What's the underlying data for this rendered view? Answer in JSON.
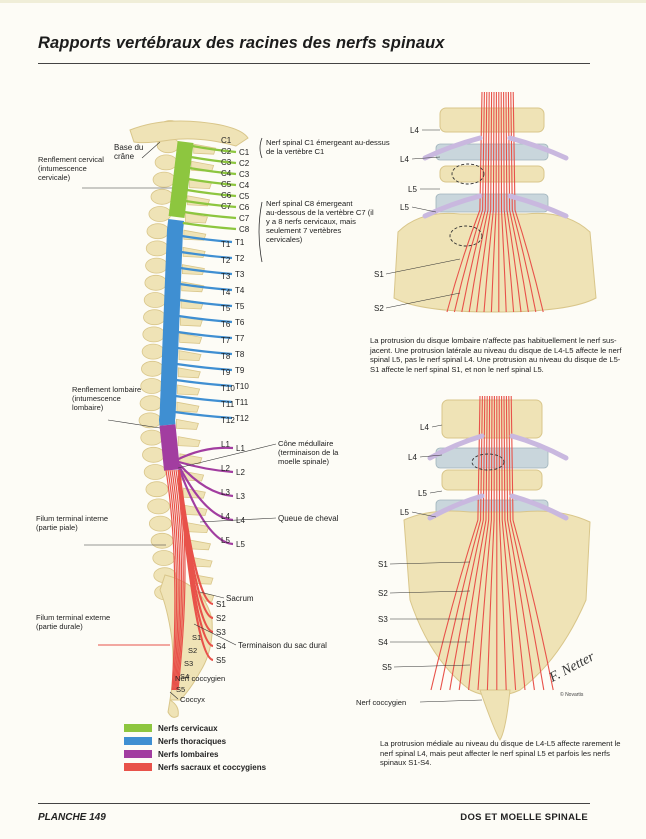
{
  "header": {
    "title": "Rapports vertébraux des racines des nerfs spinaux"
  },
  "left_figure": {
    "side_labels": [
      "Base du crâne",
      "Renflement cervical (intumescence cervicale)",
      "Renflement lombaire (intumescence lombaire)",
      "Filum terminal interne (partie piale)",
      "Filum terminal externe (partie durale)"
    ],
    "segment_labels": [
      "C1",
      "C2",
      "C3",
      "C4",
      "C5",
      "C6",
      "C7",
      "C8",
      "T1",
      "T2",
      "T3",
      "T4",
      "T5",
      "T6",
      "T7",
      "T8",
      "T9",
      "T10",
      "T11",
      "T12",
      "L1",
      "L2",
      "L3",
      "L4",
      "L5",
      "S1",
      "S2",
      "S3",
      "S4",
      "S5"
    ],
    "vertebra_labels": [
      "C1",
      "C2",
      "C3",
      "C4",
      "C5",
      "C6",
      "C7",
      "T1",
      "T2",
      "T3",
      "T4",
      "T5",
      "T6",
      "T7",
      "T8",
      "T9",
      "T10",
      "T11",
      "T12",
      "L1",
      "L2",
      "L3",
      "L4",
      "L5"
    ],
    "annotation_c1": "Nerf spinal C1 émergeant au-dessus de la vertèbre C1",
    "annotation_c8": "Nerf spinal C8 émergeant au-dessous de la vertèbre C7 (il y a 8 nerfs cervicaux, mais seulement 7 vertèbres cervicales)",
    "cone_label": "Cône médullaire (terminaison de la moelle spinale)",
    "cauda_label": "Queue de cheval",
    "sacrum_label": "Sacrum",
    "dural_sac_label": "Terminaison du sac dural",
    "coccygeal_label": "Nerf coccygien",
    "coccyx_label": "Coccyx"
  },
  "right_top": {
    "labels": [
      "L4",
      "L4",
      "L5",
      "L5",
      "S1",
      "S2"
    ],
    "caption": "La protrusion du disque lombaire n'affecte pas habituellement le nerf sus-jacent. Une protrusion latérale au niveau du disque de L4-L5 affecte le nerf spinal L5, pas le nerf spinal L4. Une protrusion au niveau du disque de L5-S1 affecte le nerf spinal S1, et non le nerf spinal L5."
  },
  "right_bottom": {
    "labels": [
      "L4",
      "L4",
      "L5",
      "L5",
      "S1",
      "S2",
      "S3",
      "S4",
      "S5"
    ],
    "coccygeal_label": "Nerf coccygien",
    "caption": "La protrusion médiale au niveau du disque de L4-L5 affecte rarement le nerf spinal L4, mais peut affecter le nerf spinal L5 et parfois les nerfs spinaux S1-S4."
  },
  "credits": {
    "signature": "F. Netter",
    "copyright": "© Novartis"
  },
  "legend": [
    {
      "label": "Nerfs cervicaux",
      "color": "#8dc63f"
    },
    {
      "label": "Nerfs thoraciques",
      "color": "#3f8fd2"
    },
    {
      "label": "Nerfs lombaires",
      "color": "#a23da0"
    },
    {
      "label": "Nerfs sacraux et coccygiens",
      "color": "#e8524a"
    }
  ],
  "footer": {
    "left": "PLANCHE 149",
    "right": "DOS ET MOELLE SPINALE"
  },
  "colors": {
    "cervical": "#8dc63f",
    "thoracic": "#3f8fd2",
    "lumbar": "#a23da0",
    "sacral": "#e8524a",
    "bone": "#efe3b6",
    "bone_shade": "#d9c68a",
    "disc": "#c9d6dc",
    "nerve_root": "#c9b8df"
  }
}
